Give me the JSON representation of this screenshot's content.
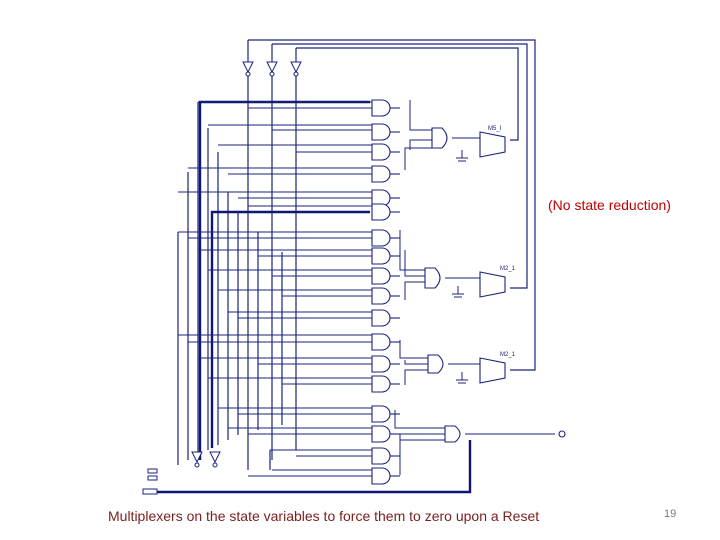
{
  "note": "(No state reduction)",
  "caption": "Multiplexers on the state variables to force them to zero upon a Reset",
  "page_number": "19",
  "mux_labels": [
    "M5_I",
    "M2_1",
    "M2_1"
  ],
  "colors": {
    "wire": "#1a237e",
    "thick_wire": "#0d1670",
    "gate": "#1a237e",
    "note": "#c00000",
    "caption": "#7a1e1e",
    "page_number": "#7a7a7a"
  }
}
